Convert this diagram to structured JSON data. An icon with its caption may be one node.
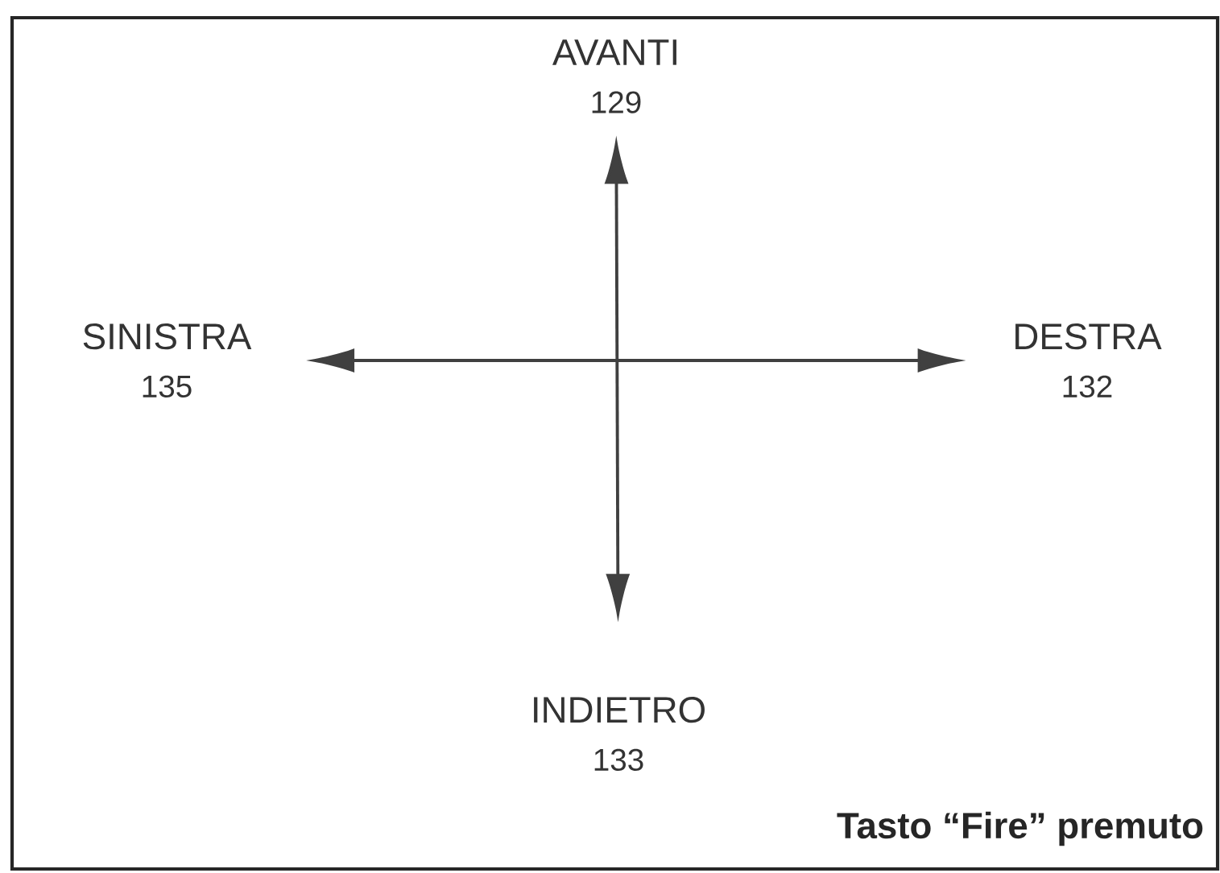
{
  "diagram": {
    "caption": "Tasto “Fire” premuto",
    "nodes": [
      {
        "text": [
          "AVANTI",
          "129"
        ]
      },
      {
        "text": [
          "SINISTRA",
          "135"
        ]
      },
      {
        "text": [
          "DESTRA",
          "132"
        ]
      },
      {
        "text": [
          "INDIETRO",
          "133"
        ]
      }
    ],
    "edges": [
      {
        "from": 0,
        "to": 3,
        "arrow": "both"
      },
      {
        "from": 1,
        "to": 2,
        "arrow": "both"
      }
    ]
  }
}
